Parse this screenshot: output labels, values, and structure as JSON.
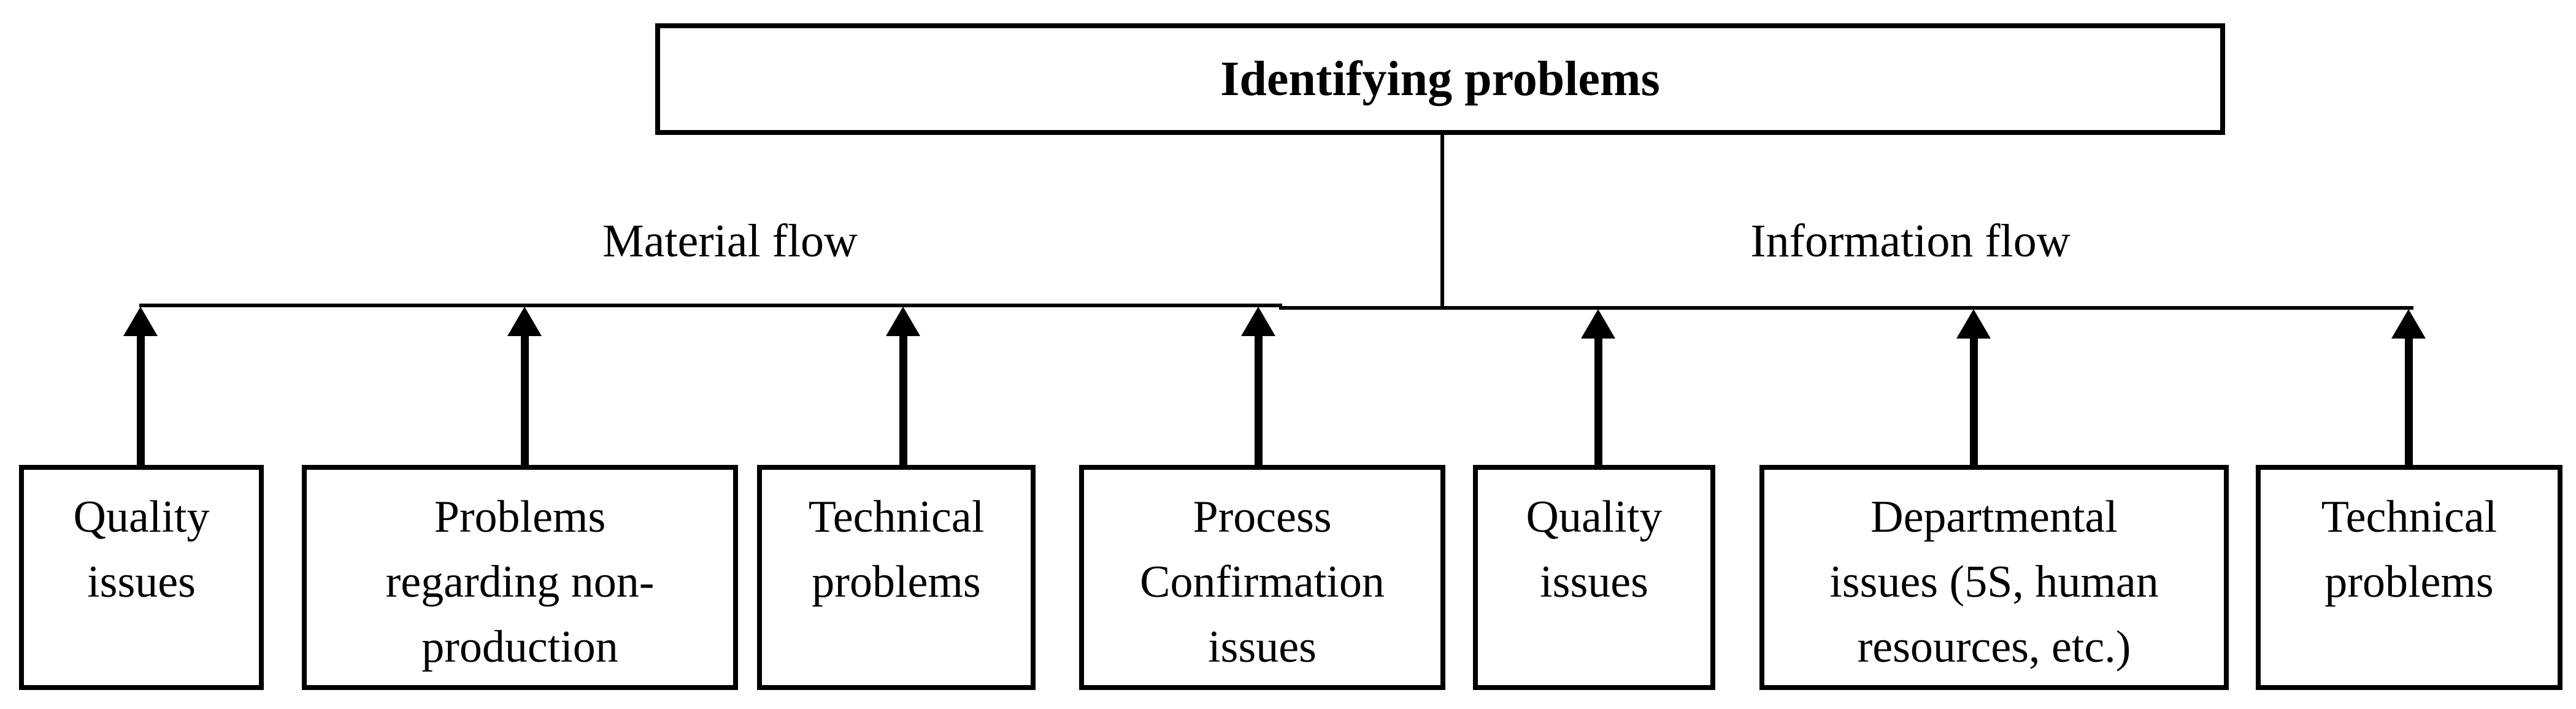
{
  "root": {
    "label": "Identifying problems"
  },
  "branches": {
    "material": {
      "label": "Material flow"
    },
    "information": {
      "label": "Information flow"
    }
  },
  "boxes": [
    {
      "lines": [
        "Quality",
        "issues"
      ]
    },
    {
      "lines": [
        "Problems",
        "regarding non-",
        "production"
      ]
    },
    {
      "lines": [
        "Technical",
        "problems"
      ]
    },
    {
      "lines": [
        "Process",
        "Confirmation",
        "issues"
      ]
    },
    {
      "lines": [
        "Quality",
        "issues"
      ]
    },
    {
      "lines": [
        "Departmental",
        "issues (5S, human",
        "resources, etc.)"
      ]
    },
    {
      "lines": [
        "Technical",
        "problems"
      ]
    }
  ],
  "colors": {
    "ink": "#000000",
    "background": "#ffffff"
  }
}
